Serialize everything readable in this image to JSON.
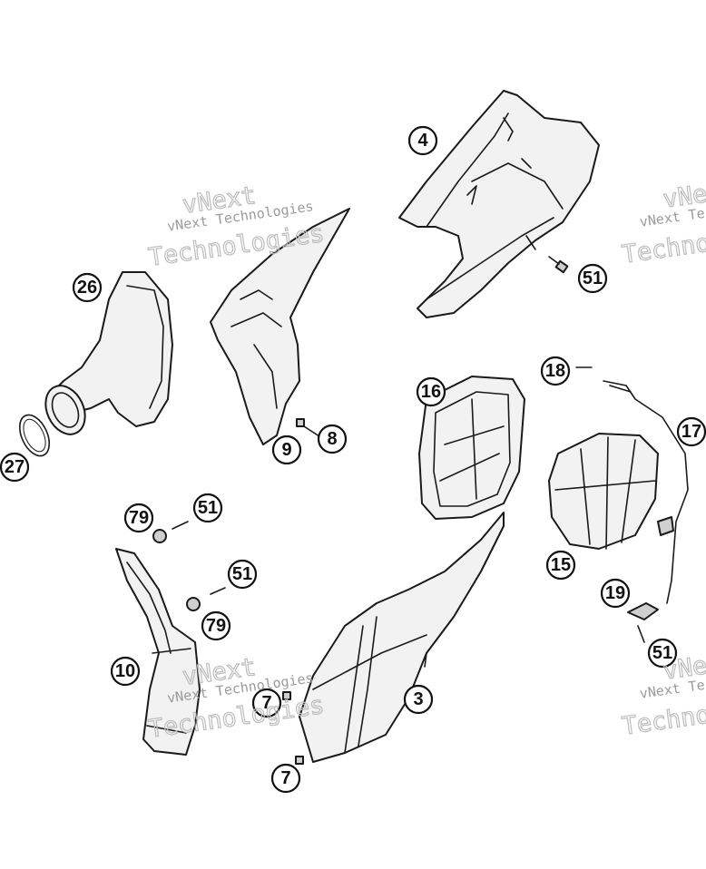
{
  "callouts": {
    "c4": "4",
    "c51a": "51",
    "c26": "26",
    "c18": "18",
    "c16": "16",
    "c17": "17",
    "c8": "8",
    "c9": "9",
    "c27": "27",
    "c79a": "79",
    "c51b": "51",
    "c15": "15",
    "c51c": "51",
    "c19": "19",
    "c79b": "79",
    "c10": "10",
    "c51d": "51",
    "c3": "3",
    "c7a": "7",
    "c7b": "7"
  },
  "watermark": {
    "line1": "vNext",
    "line2": "vNext Technologies",
    "line3": "Technologies"
  },
  "colors": {
    "outline": "#1a1a1a",
    "fill": "#f2f2f2",
    "watermark": "#9a9a9a"
  }
}
